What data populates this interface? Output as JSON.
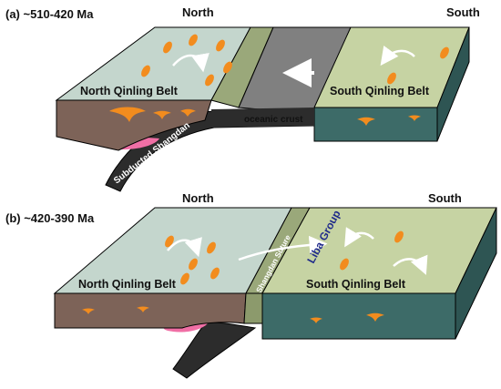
{
  "panel_a": {
    "title": "(a) ~510-420 Ma",
    "north": "North",
    "south": "South",
    "north_belt": "North  Qinling Belt",
    "south_belt": "South  Qinling Belt",
    "oceanic_crust": "oceanic crust",
    "subducted_label": "Subducted  Shangdan"
  },
  "panel_b": {
    "title": "(b) ~420-390 Ma",
    "north": "North",
    "south": "South",
    "north_belt": "North  Qinling Belt",
    "south_belt": "South  Qinling Belt",
    "suture": "Shangdan Suture",
    "liba_group": "Liba Group"
  },
  "colors": {
    "north_block_top": "#c4d6cd",
    "south_block_top": "#c6d3a3",
    "crust_side": "#7d6358",
    "south_side": "#3d6b68",
    "ocean_floor": "#7f7f7f",
    "slab": "#2c2c2c",
    "magma": "#f28c1e",
    "melt": "#f06fa5"
  }
}
